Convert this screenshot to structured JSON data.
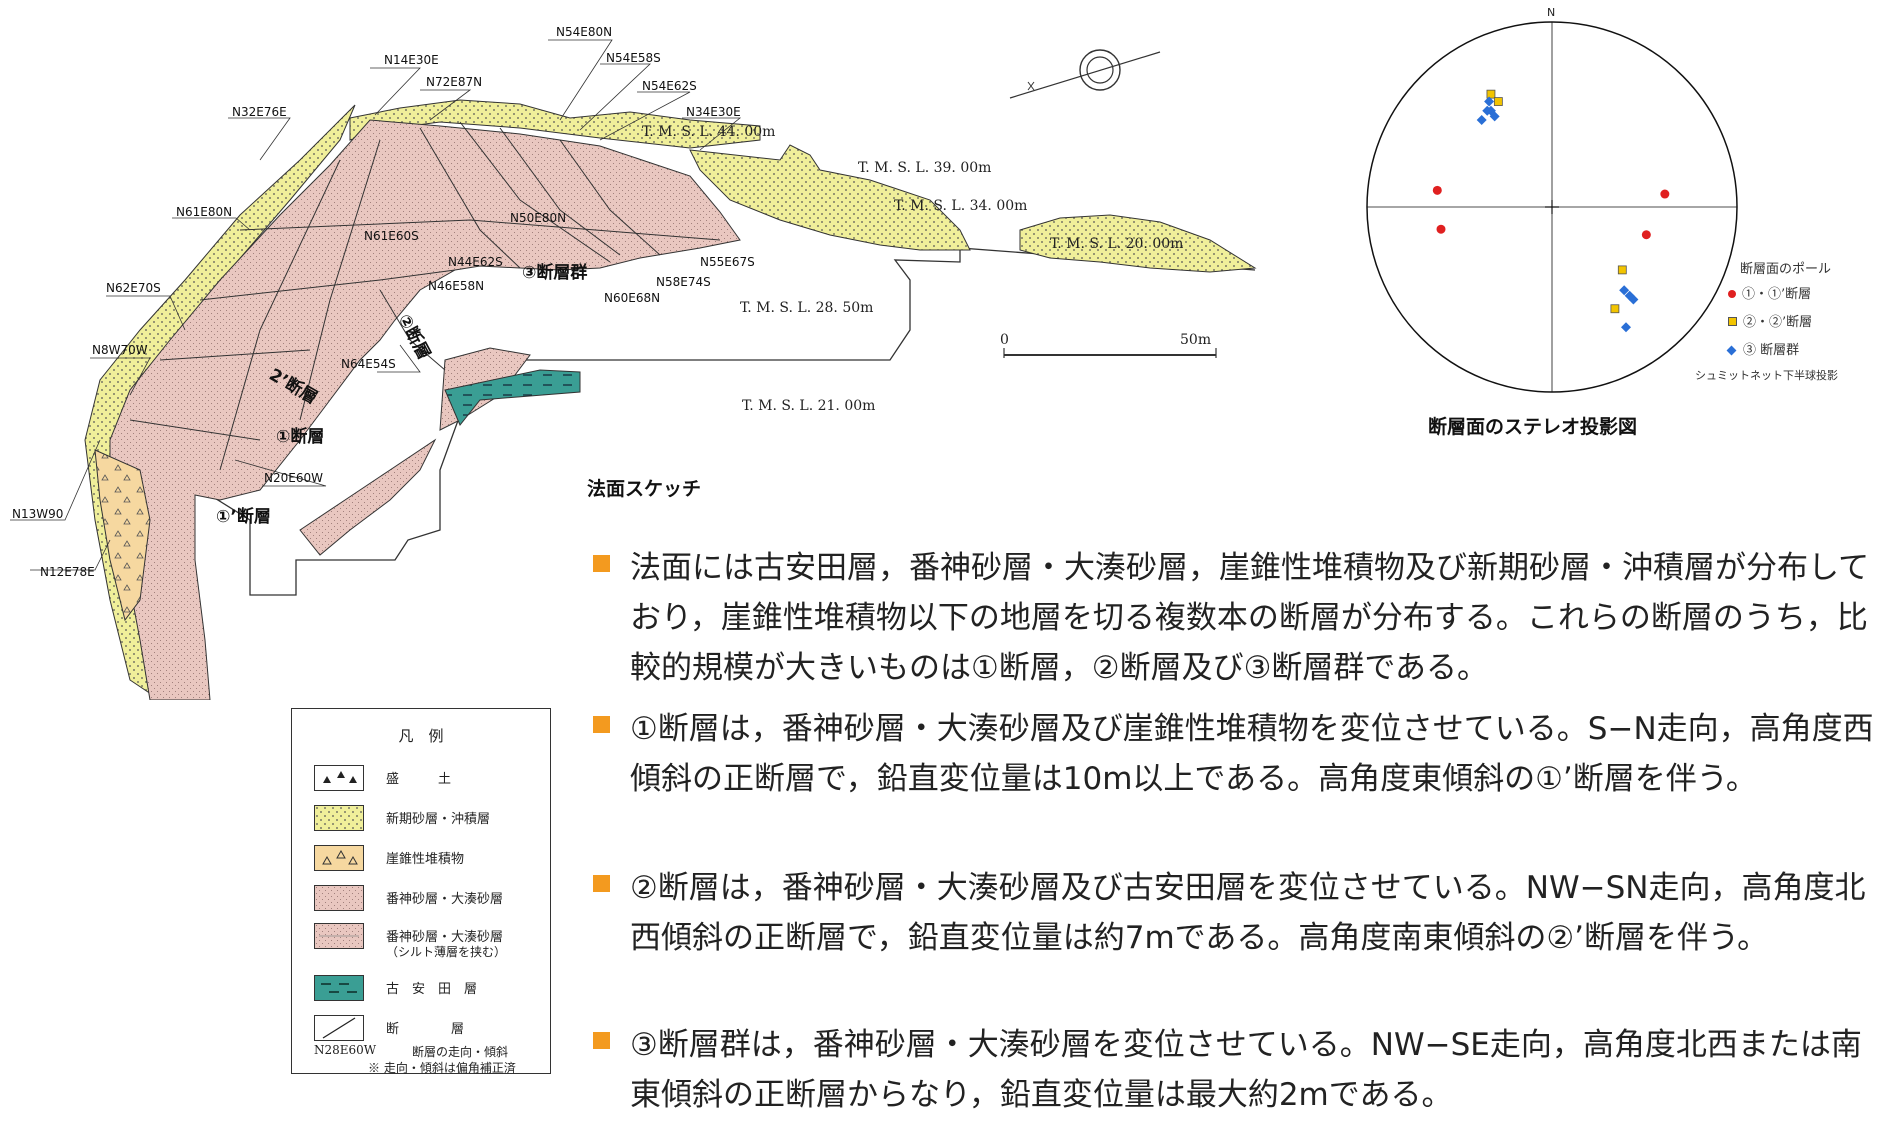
{
  "sketch": {
    "caption": "法面スケッチ",
    "fault_labels": [
      "N54E80N",
      "N54E58S",
      "N14E30E",
      "N72E87N",
      "N54E62S",
      "N34E30E",
      "N32E76E",
      "N61E80N",
      "N61E60S",
      "N50E80N",
      "N44E62S",
      "N55E67S",
      "N46E58N",
      "N58E74S",
      "N60E68N",
      "N62E70S",
      "N8W70W",
      "N64E54S",
      "N20E60W",
      "N13W90",
      "N12E78E"
    ],
    "elevations": [
      "T. M. S. L. 44. 00m",
      "T. M. S. L. 39. 00m",
      "T. M. S. L. 34. 00m",
      "T. M. S. L. 28. 50m",
      "T. M. S. L. 21. 00m",
      "T. M. S. L. 20. 00m"
    ],
    "fault_names": {
      "f3_group": "③断層群",
      "f2": "②断層",
      "f2p": "2’断層",
      "f1": "①断層",
      "f1p": "①’断層"
    },
    "scale": {
      "zero": "0",
      "max": "50m"
    }
  },
  "legend": {
    "title": "凡　例",
    "items": [
      {
        "label": "盛　　　土",
        "color": "#ffffff",
        "pattern": "triangles"
      },
      {
        "label": "新期砂層・沖積層",
        "color": "#f0ef9a",
        "pattern": "dots"
      },
      {
        "label": "崖錐性堆積物",
        "color": "#f6d8a0",
        "pattern": "triangles"
      },
      {
        "label": "番神砂層・大湊砂層",
        "color": "#e9c7c0",
        "pattern": "fine"
      },
      {
        "label": "番神砂層・大湊砂層",
        "sub": "（シルト薄層を挟む）",
        "color": "#e9c7c0",
        "pattern": "fine"
      },
      {
        "label": "古　安　田　層",
        "color": "#3a9e94",
        "pattern": "dashes"
      },
      {
        "label": "断　　　　層",
        "color": "#ffffff",
        "pattern": "fault"
      }
    ],
    "note_code": "N28E60W",
    "note_text": "断層の走向・傾斜",
    "note_sub": "※ 走向・傾斜は偏角補正済"
  },
  "stereonet": {
    "north": "N",
    "caption": "断層面のステレオ投影図",
    "legend_title": "断層面のポール",
    "series": [
      {
        "label": "①・①’断層",
        "color": "#e02020",
        "marker": "circle"
      },
      {
        "label": "②・②’断層",
        "color": "#f2c400",
        "marker": "square"
      },
      {
        "label": "③ 断層群",
        "color": "#2a6fd6",
        "marker": "diamond"
      }
    ],
    "projection": "シュミットネット下半球投影",
    "poles": {
      "f1": [
        [
          -0.62,
          0.09
        ],
        [
          0.61,
          0.07
        ],
        [
          -0.6,
          -0.12
        ],
        [
          0.51,
          -0.15
        ]
      ],
      "f2": [
        [
          -0.33,
          0.61
        ],
        [
          -0.29,
          0.57
        ],
        [
          0.38,
          -0.34
        ],
        [
          0.34,
          -0.55
        ]
      ],
      "f3": [
        [
          -0.34,
          0.57
        ],
        [
          -0.33,
          0.52
        ],
        [
          -0.31,
          0.49
        ],
        [
          -0.35,
          0.52
        ],
        [
          -0.38,
          0.47
        ],
        [
          0.39,
          -0.45
        ],
        [
          0.44,
          -0.5
        ],
        [
          0.42,
          -0.48
        ],
        [
          0.4,
          -0.65
        ]
      ]
    }
  },
  "bullets": [
    {
      "text": "法面には古安田層，番神砂層・大湊砂層，崖錐性堆積物及び新期砂層・沖積層が分布しており，崖錐性堆積物以下の地層を切る複数本の断層が分布する。これらの断層のうち，比較的規模が大きいものは①断層，②断層及び③断層群である。"
    },
    {
      "text": "①断層は，番神砂層・大湊砂層及び崖錐性堆積物を変位させている。S−N走向，高角度西傾斜の正断層で，鉛直変位量は10m以上である。高角度東傾斜の①’断層を伴う。"
    },
    {
      "text": "②断層は，番神砂層・大湊砂層及び古安田層を変位させている。NW−SN走向，高角度北西傾斜の正断層で，鉛直変位量は約7mである。高角度南東傾斜の②’断層を伴う。"
    },
    {
      "text": "③断層群は，番神砂層・大湊砂層を変位させている。NW−SE走向，高角度北西または南東傾斜の正断層からなり，鉛直変位量は最大約2mである。"
    }
  ]
}
